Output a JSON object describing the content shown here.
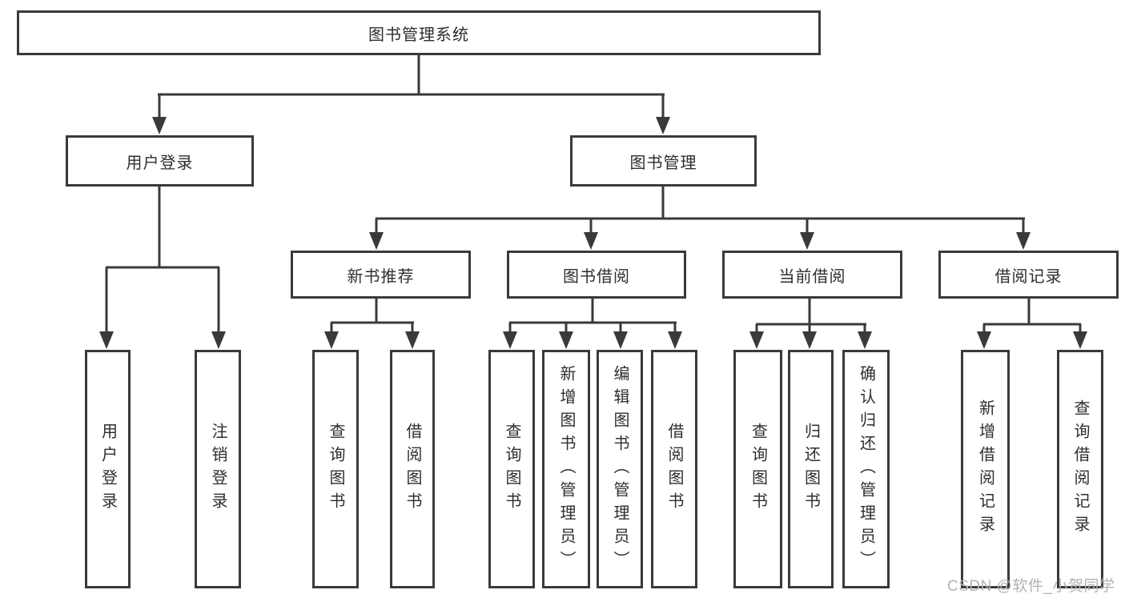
{
  "watermark": "CSDN @软件_小贺同学",
  "tree": {
    "root": {
      "label": "图书管理系统"
    },
    "level2": [
      {
        "label": "用户登录"
      },
      {
        "label": "图书管理"
      }
    ],
    "level3": [
      {
        "label": "新书推荐"
      },
      {
        "label": "图书借阅"
      },
      {
        "label": "当前借阅"
      },
      {
        "label": "借阅记录"
      }
    ],
    "leaves": [
      {
        "label": "用户登录"
      },
      {
        "label": "注销登录"
      },
      {
        "label": "查询图书"
      },
      {
        "label": "借阅图书"
      },
      {
        "label": "查询图书"
      },
      {
        "label": "新增图书（管理员）"
      },
      {
        "label": "编辑图书（管理员）"
      },
      {
        "label": "借阅图书"
      },
      {
        "label": "查询图书"
      },
      {
        "label": "归还图书"
      },
      {
        "label": "确认归还（管理员）"
      },
      {
        "label": "新增借阅记录"
      },
      {
        "label": "查询借阅记录"
      }
    ]
  },
  "colors": {
    "line": "#3a3a3a",
    "text": "#2e2e2e",
    "watermark": "#b3b3b3"
  }
}
